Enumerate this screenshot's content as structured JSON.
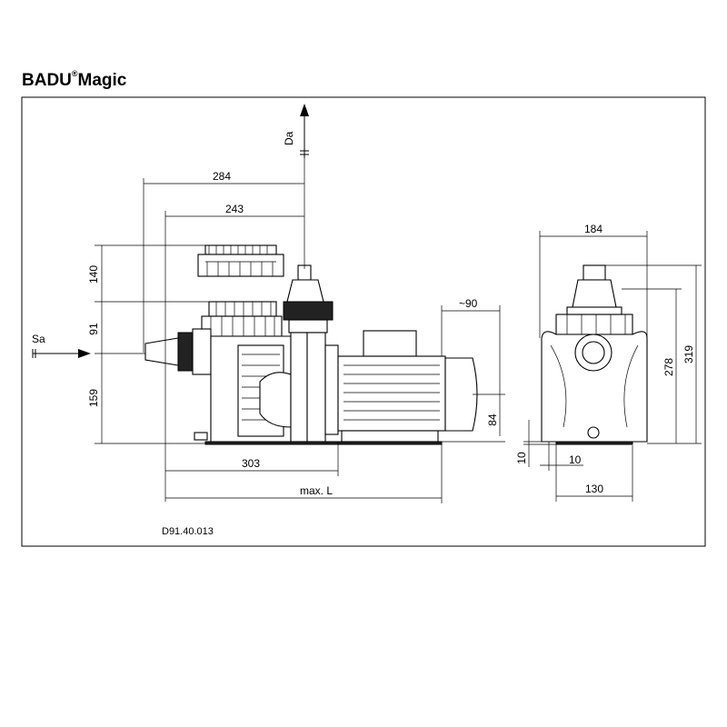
{
  "title": {
    "name": "BADU",
    "registered": "®",
    "model": "Magic"
  },
  "drawing_number": "D91.40.013",
  "labels": {
    "suction": "Sa",
    "discharge": "Da"
  },
  "dimensions": {
    "d284": "284",
    "d243": "243",
    "d140": "140",
    "d91": "91",
    "d159": "159",
    "d90": "~90",
    "d84": "84",
    "d303": "303",
    "dmaxL": "max. L",
    "d184": "184",
    "d278": "278",
    "d319": "319",
    "d10v": "10",
    "d10h": "10",
    "d130": "130"
  }
}
